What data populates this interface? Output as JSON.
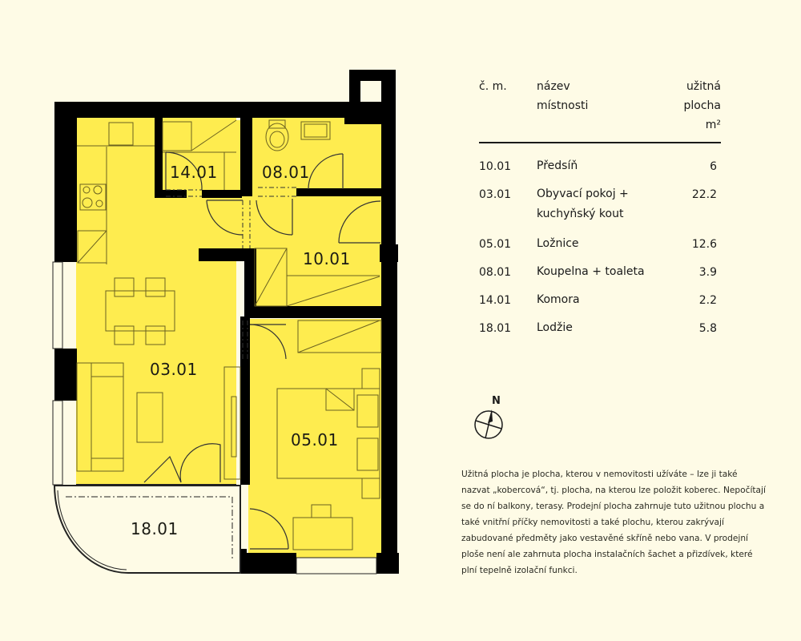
{
  "colors": {
    "background": "#fefbe6",
    "room_fill": "#feec4f",
    "wall": "#000000",
    "line": "#4a4420"
  },
  "rooms": [
    {
      "id": "14.01",
      "label": "14.01"
    },
    {
      "id": "08.01",
      "label": "08.01"
    },
    {
      "id": "10.01",
      "label": "10.01"
    },
    {
      "id": "03.01",
      "label": "03.01"
    },
    {
      "id": "05.01",
      "label": "05.01"
    },
    {
      "id": "18.01",
      "label": "18.01"
    }
  ],
  "legend": {
    "header": {
      "col1": "č. m.",
      "col2_line1": "název",
      "col2_line2": "místnosti",
      "col3_line1": "užitná",
      "col3_line2": "plocha",
      "col3_unit": "m²"
    },
    "rows": [
      {
        "number": "10.01",
        "name": "Předsíň",
        "area": "6"
      },
      {
        "number": "03.01",
        "name": "Obyvací pokoj + kuchyňský kout",
        "area": "22.2"
      },
      {
        "number": "05.01",
        "name": "Ložnice",
        "area": "12.6"
      },
      {
        "number": "08.01",
        "name": "Koupelna + toaleta",
        "area": "3.9"
      },
      {
        "number": "14.01",
        "name": "Komora",
        "area": "2.2"
      },
      {
        "number": "18.01",
        "name": "Lodžie",
        "area": "5.8"
      }
    ]
  },
  "compass": {
    "label": "N",
    "icon": "north-arrow-icon"
  },
  "note": "Užitná plocha je plocha, kterou v nemovitosti užíváte – lze ji také nazvat „kobercová“, tj. plocha, na kterou lze položit koberec. Nepočítají se do ní balkony, terasy. Prodejní plocha zahrnuje tuto užitnou plochu a také vnitřní příčky nemovitosti a také plochu, kterou zakrývají zabudované předměty jako vestavěné skříně nebo vana. V prodejní ploše není ale zahrnuta plocha instalačních šachet a přizdívek, které plní tepelně izolační funkci."
}
